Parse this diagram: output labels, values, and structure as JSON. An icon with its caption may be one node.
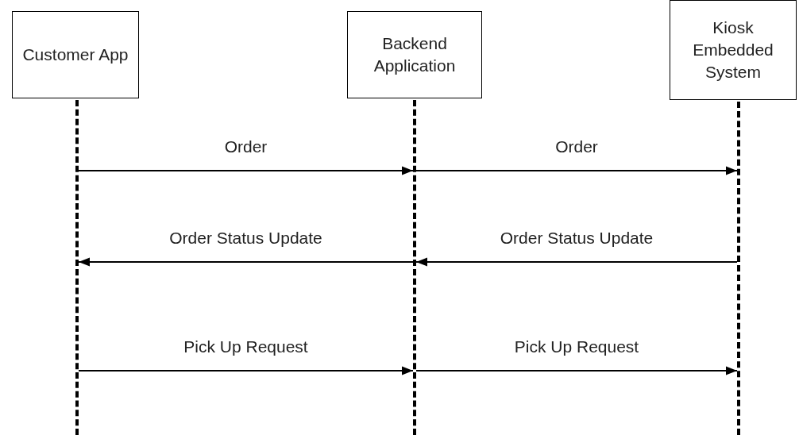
{
  "diagram": {
    "nodes": [
      {
        "text": [
          "Customer App"
        ]
      },
      {
        "text": [
          "Backend Application"
        ]
      },
      {
        "text": [
          "Kiosk Embedded System"
        ]
      },
      {
        "text": [],
        "shape": "bar"
      },
      {
        "text": [],
        "shape": "bar"
      },
      {
        "text": [],
        "shape": "bar"
      }
    ],
    "edges": [
      {
        "from": 3,
        "to": 4,
        "arrow": "to",
        "label": "Order"
      },
      {
        "from": 4,
        "to": 5,
        "arrow": "to",
        "label": "Order"
      },
      {
        "from": 4,
        "to": 3,
        "arrow": "to",
        "label": "Order Status Update"
      },
      {
        "from": 5,
        "to": 4,
        "arrow": "to",
        "label": "Order Status Update"
      },
      {
        "from": 3,
        "to": 4,
        "arrow": "to",
        "label": "Pick Up Request"
      },
      {
        "from": 4,
        "to": 5,
        "arrow": "to",
        "label": "Pick Up Request"
      }
    ]
  }
}
